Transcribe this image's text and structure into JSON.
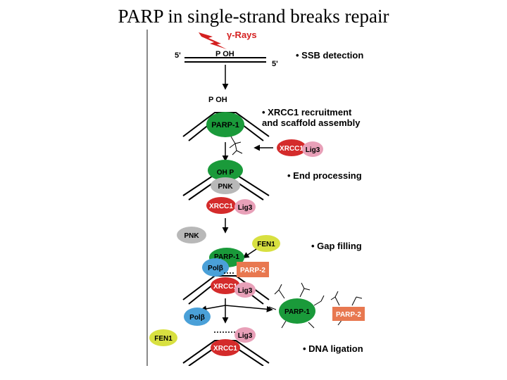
{
  "title": "PARP in single-strand breaks repair",
  "labels": {
    "gamma_rays": "γ-Rays",
    "five_prime_left": "5'",
    "five_prime_right": "5'",
    "p_oh_top": "P OH",
    "p_oh_2": "P  OH",
    "oh_p": "OH  P"
  },
  "steps": {
    "ssb_detection": "• SSB detection",
    "xrcc1_recruitment_1": "• XRCC1 recruitment",
    "xrcc1_recruitment_2": "and scaffold assembly",
    "end_processing": "• End processing",
    "gap_filling": "• Gap filling",
    "dna_ligation": "• DNA ligation"
  },
  "proteins": {
    "parp1": "PARP-1",
    "parp2": "PARP-2",
    "xrcc1": "XRCC1",
    "lig3": "Lig3",
    "pnk": "PNK",
    "fen1": "FEN1",
    "pol_beta": "Polβ"
  },
  "colors": {
    "parp1": "#1a9a3a",
    "xrcc1": "#d42b2b",
    "lig3": "#e8a0b8",
    "pnk": "#b8b8b8",
    "fen1": "#d8e040",
    "pol_beta": "#4aa0d8",
    "parp2": "#e87850",
    "gamma_red": "#d42020"
  }
}
